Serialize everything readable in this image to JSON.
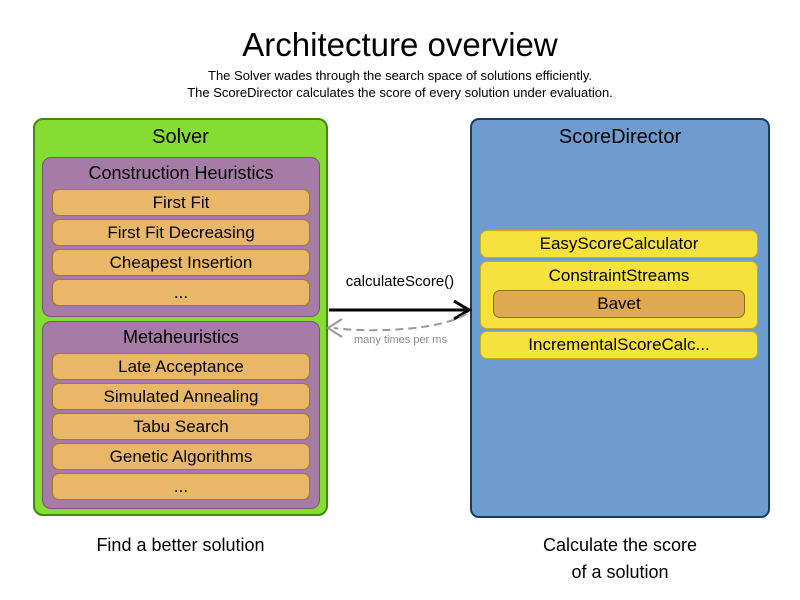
{
  "title": "Architecture overview",
  "subtitle_line1": "The Solver wades through the search space of solutions efficiently.",
  "subtitle_line2": "The ScoreDirector calculates the score of every solution under evaluation.",
  "solver": {
    "label": "Solver",
    "caption": "Find a better solution",
    "groups": [
      {
        "label": "Construction Heuristics",
        "items": [
          "First Fit",
          "First Fit Decreasing",
          "Cheapest Insertion",
          "..."
        ]
      },
      {
        "label": "Metaheuristics",
        "items": [
          "Late Acceptance",
          "Simulated Annealing",
          "Tabu Search",
          "Genetic Algorithms",
          "..."
        ]
      }
    ]
  },
  "score_director": {
    "label": "ScoreDirector",
    "caption_line1": "Calculate the score",
    "caption_line2": "of a solution",
    "calculators": [
      {
        "label": "EasyScoreCalculator",
        "items": []
      },
      {
        "label": "ConstraintStreams",
        "items": [
          "Bavet"
        ]
      },
      {
        "label": "IncrementalScoreCalc...",
        "items": []
      }
    ]
  },
  "arrows": {
    "call_label": "calculateScore()",
    "frequency_label": "many times per ms"
  },
  "colors": {
    "text": "#000000",
    "muted_text": "#8c8c8c",
    "green_fill": "#85dc33",
    "green_border": "#3e8c0a",
    "purple_fill": "#a57ca6",
    "purple_border": "#7a527c",
    "orange_fill": "#e9b768",
    "orange_border": "#a5771e",
    "blue_fill": "#6f9cce",
    "blue_border": "#173a66",
    "yellow_fill": "#f6e23c",
    "yellow_border": "#c9ac1b",
    "bavet_fill": "#dfa952",
    "bavet_border": "#8f6b14",
    "arrow_black": "#000000",
    "arrow_gray": "#999999"
  }
}
